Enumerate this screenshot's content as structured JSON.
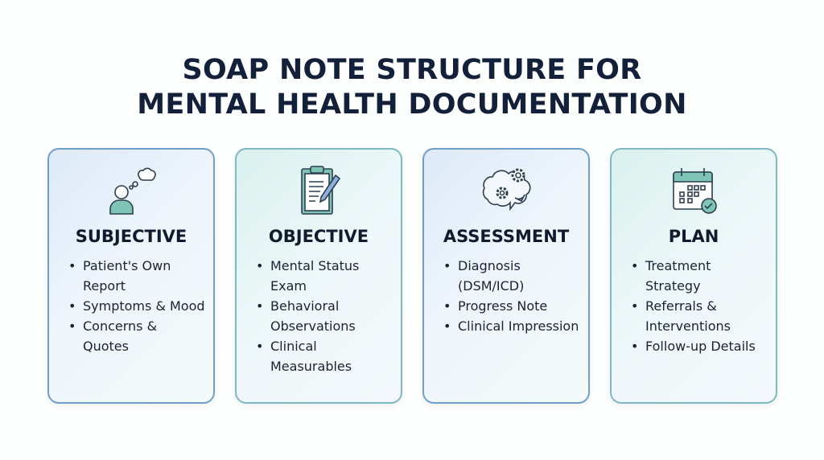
{
  "title": {
    "line1": "SOAP NOTE STRUCTURE FOR",
    "line2": "MENTAL HEALTH DOCUMENTATION"
  },
  "cards": [
    {
      "heading": "SUBJECTIVE",
      "icon": "person-thought-bubble-icon",
      "items": [
        "Patient's Own Report",
        "Symptoms & Mood",
        "Concerns & Quotes"
      ]
    },
    {
      "heading": "OBJECTIVE",
      "icon": "clipboard-pen-icon",
      "items": [
        "Mental Status Exam",
        "Behavioral Observations",
        "Clinical Measurables"
      ]
    },
    {
      "heading": "ASSESSMENT",
      "icon": "brain-gears-icon",
      "items": [
        "Diagnosis (DSM/ICD)",
        "Progress Note",
        "Clinical Impression"
      ]
    },
    {
      "heading": "PLAN",
      "icon": "calendar-check-icon",
      "items": [
        "Treatment Strategy",
        "Referrals & Interventions",
        "Follow-up Details"
      ]
    }
  ],
  "colors": {
    "teal": "#7fc4b5",
    "blue": "#8fb0dc",
    "outline": "#2c3e50"
  }
}
